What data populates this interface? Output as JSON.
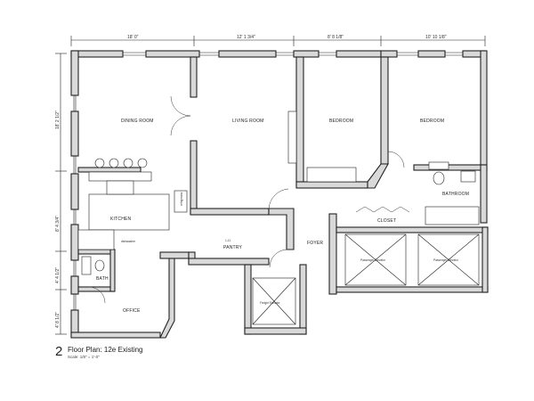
{
  "dimensions": {
    "top": [
      "18' 0\"",
      "12' 1 3/4\"",
      "8' 8 1/8\"",
      "10' 10 1/8\""
    ],
    "left": [
      "18' 2 1/2\"",
      "8' 4 3/4\"",
      "4' 4 1/2\"",
      "4' 8 1/2\""
    ]
  },
  "rooms": {
    "dining": "DINING ROOM",
    "living": "LIVING ROOM",
    "bedroom1": "BEDROOM",
    "bedroom2": "BEDROOM",
    "kitchen": "KITCHEN",
    "bath": "BATH",
    "office": "OFFICE",
    "foyer": "FOYER",
    "closet": "CLOSET",
    "bathroom": "BATHROOM",
    "pantry": "PANTRY",
    "passenger_elevator_1": "Passenger Elevator",
    "passenger_elevator_2": "Passenger Elevator",
    "freight_elevator": "Freight Elevator"
  },
  "labels": {
    "pantry_number": "1-11",
    "refrigerator": "refrigerator",
    "dishwasher": "dishwasher"
  },
  "title_block": {
    "sheet_number": "2",
    "title": "Floor Plan:  12e Existing",
    "scale": "Scale: 1/8\" = 1'-0\""
  }
}
